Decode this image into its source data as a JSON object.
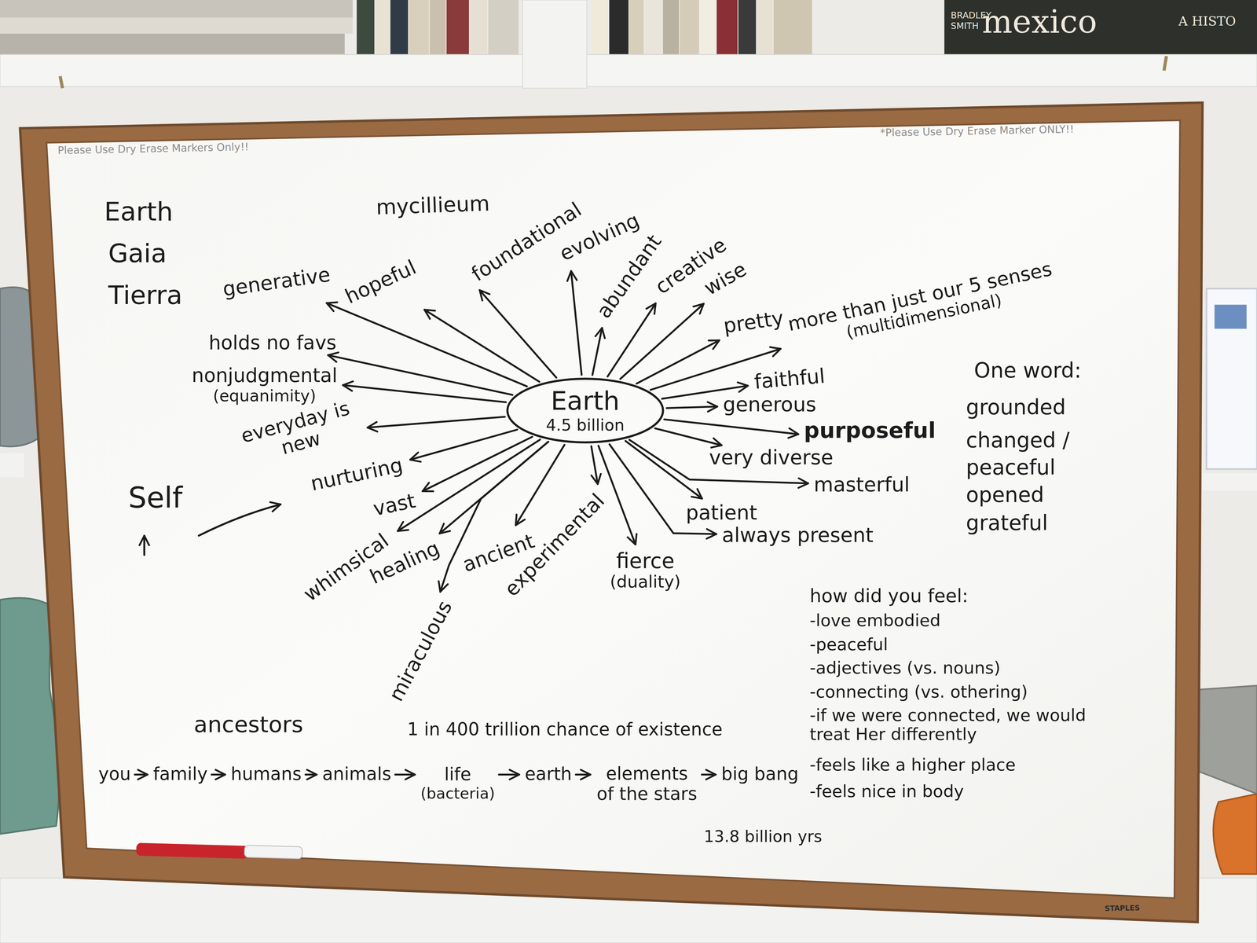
{
  "diagram": {
    "nodes": [
      {
        "text": [
          "Earth",
          "4.5 billion"
        ]
      },
      {
        "text": [
          "generative"
        ]
      },
      {
        "text": [
          "hopeful"
        ]
      },
      {
        "text": [
          "foundational"
        ]
      },
      {
        "text": [
          "evolving"
        ]
      },
      {
        "text": [
          "abundant"
        ]
      },
      {
        "text": [
          "creative"
        ]
      },
      {
        "text": [
          "wise"
        ]
      },
      {
        "text": [
          "pretty"
        ]
      },
      {
        "text": [
          "more than just our 5 senses",
          "(multidimensional)"
        ]
      },
      {
        "text": [
          "faithful"
        ]
      },
      {
        "text": [
          "generous"
        ]
      },
      {
        "text": [
          "purposeful"
        ]
      },
      {
        "text": [
          "very diverse"
        ]
      },
      {
        "text": [
          "masterful"
        ]
      },
      {
        "text": [
          "always present"
        ]
      },
      {
        "text": [
          "patient"
        ]
      },
      {
        "text": [
          "fierce",
          "(duality)"
        ]
      },
      {
        "text": [
          "experimental"
        ]
      },
      {
        "text": [
          "ancient"
        ]
      },
      {
        "text": [
          "miraculous"
        ]
      },
      {
        "text": [
          "healing"
        ]
      },
      {
        "text": [
          "whimsical"
        ]
      },
      {
        "text": [
          "vast"
        ]
      },
      {
        "text": [
          "nurturing"
        ]
      },
      {
        "text": [
          "everyday is new"
        ]
      },
      {
        "text": [
          "nonjudgmental",
          "(equanimity)"
        ]
      },
      {
        "text": [
          "holds no favs"
        ]
      },
      {
        "text": [
          "you"
        ]
      },
      {
        "text": [
          "family"
        ]
      },
      {
        "text": [
          "humans"
        ]
      },
      {
        "text": [
          "animals"
        ]
      },
      {
        "text": [
          "life",
          "(bacteria)"
        ]
      },
      {
        "text": [
          "earth"
        ]
      },
      {
        "text": [
          "elements of the stars"
        ]
      },
      {
        "text": [
          "big bang"
        ]
      }
    ],
    "edges": [
      {
        "from": 0,
        "to": 1,
        "arrow": "to"
      },
      {
        "from": 0,
        "to": 2,
        "arrow": "to"
      },
      {
        "from": 0,
        "to": 3,
        "arrow": "to"
      },
      {
        "from": 0,
        "to": 4,
        "arrow": "to"
      },
      {
        "from": 0,
        "to": 5,
        "arrow": "to"
      },
      {
        "from": 0,
        "to": 6,
        "arrow": "to"
      },
      {
        "from": 0,
        "to": 7,
        "arrow": "to"
      },
      {
        "from": 0,
        "to": 8,
        "arrow": "to"
      },
      {
        "from": 0,
        "to": 9,
        "arrow": "to"
      },
      {
        "from": 0,
        "to": 10,
        "arrow": "to"
      },
      {
        "from": 0,
        "to": 11,
        "arrow": "to"
      },
      {
        "from": 0,
        "to": 12,
        "arrow": "to"
      },
      {
        "from": 0,
        "to": 13,
        "arrow": "to"
      },
      {
        "from": 0,
        "to": 14,
        "arrow": "to"
      },
      {
        "from": 0,
        "to": 15,
        "arrow": "to"
      },
      {
        "from": 0,
        "to": 16,
        "arrow": "to"
      },
      {
        "from": 0,
        "to": 17,
        "arrow": "to"
      },
      {
        "from": 0,
        "to": 18,
        "arrow": "to"
      },
      {
        "from": 0,
        "to": 19,
        "arrow": "to"
      },
      {
        "from": 0,
        "to": 20,
        "arrow": "to"
      },
      {
        "from": 0,
        "to": 21,
        "arrow": "to"
      },
      {
        "from": 0,
        "to": 22,
        "arrow": "to"
      },
      {
        "from": 0,
        "to": 23,
        "arrow": "to"
      },
      {
        "from": 0,
        "to": 24,
        "arrow": "to"
      },
      {
        "from": 0,
        "to": 25,
        "arrow": "to"
      },
      {
        "from": 0,
        "to": 26,
        "arrow": "to"
      },
      {
        "from": 0,
        "to": 27,
        "arrow": "to"
      },
      {
        "from": 28,
        "to": 29,
        "arrow": "to"
      },
      {
        "from": 29,
        "to": 30,
        "arrow": "to"
      },
      {
        "from": 30,
        "to": 31,
        "arrow": "to"
      },
      {
        "from": 31,
        "to": 32,
        "arrow": "to"
      },
      {
        "from": 32,
        "to": 33,
        "arrow": "to"
      },
      {
        "from": 33,
        "to": 34,
        "arrow": "to"
      },
      {
        "from": 34,
        "to": 35,
        "arrow": "to"
      }
    ],
    "labels": [
      "Please Use Dry Erase Markers Only!!",
      "*Please Use Dry Erase Marker ONLY!!",
      "Earth",
      "Gaia",
      "Tierra",
      "mycillieum",
      "One word:",
      "grounded",
      "changed /",
      "peaceful",
      "opened",
      "grateful",
      "Self",
      "how did you feel:",
      "-love embodied",
      "-peaceful",
      "-adjectives (vs. nouns)",
      "-connecting (vs. othering)",
      "-if we were connected, we would treat Her differently",
      "-feels like a higher place",
      "-feels nice in body",
      "ancestors",
      "1 in 400 trillion chance of existence",
      "13.8 billion yrs",
      "STAPLES",
      "mexico",
      "A HISTO",
      "BRADLEY SMITH"
    ]
  }
}
